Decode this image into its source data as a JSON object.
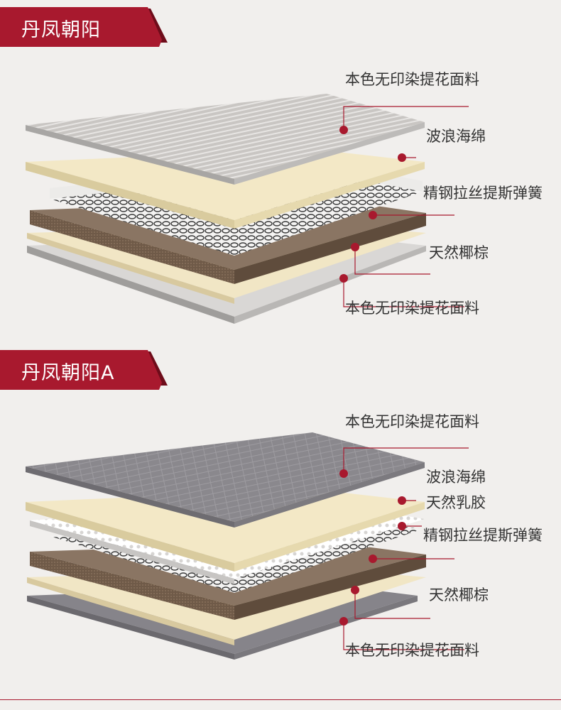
{
  "colors": {
    "accent": "#a8192e",
    "accent_dark": "#6e0c1a",
    "background": "#f1efed",
    "label_text": "#333333"
  },
  "sections": [
    {
      "title": "丹凤朝阳",
      "layers": [
        "本色无印染提花面料",
        "波浪海绵",
        "精钢拉丝提斯弹簧",
        "天然椰棕",
        "本色无印染提花面料"
      ]
    },
    {
      "title": "丹凤朝阳A",
      "layers": [
        "本色无印染提花面料",
        "波浪海绵",
        "天然乳胶",
        "精钢拉丝提斯弹簧",
        "天然椰棕",
        "本色无印染提花面料"
      ]
    }
  ]
}
